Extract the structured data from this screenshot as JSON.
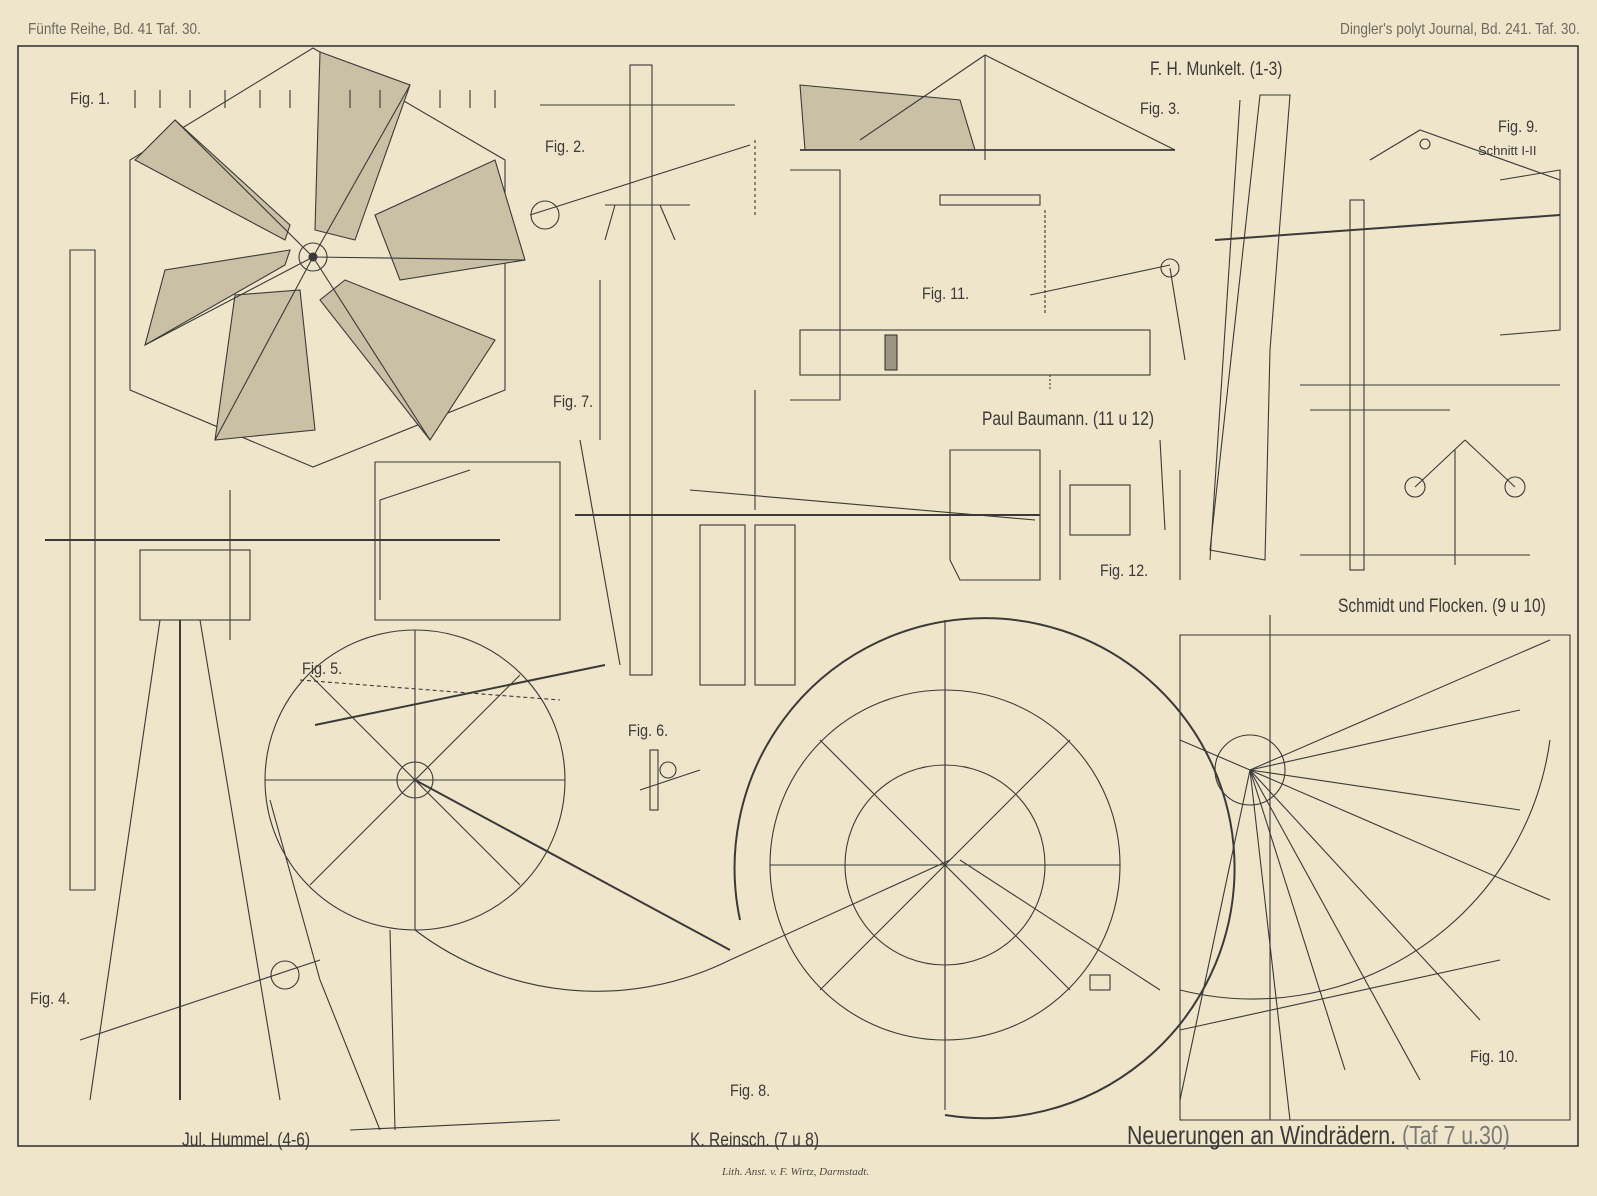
{
  "header": {
    "left": "Fünfte Reihe, Bd. 41 Taf. 30.",
    "right": "Dingler's polyt Journal, Bd. 241. Taf. 30."
  },
  "title": {
    "main": "Neuerungen an Windrädern.",
    "ref": "(Taf 7 u.30)"
  },
  "lithographer": "Lith. Anst. v. F. Wirtz, Darmstadt.",
  "figures": {
    "fig1": "Fig. 1.",
    "fig2": "Fig. 2.",
    "fig3": "Fig. 3.",
    "fig4": "Fig. 4.",
    "fig5": "Fig. 5.",
    "fig6": "Fig. 6.",
    "fig7": "Fig. 7.",
    "fig8": "Fig. 8.",
    "fig9": "Fig. 9.",
    "fig9_sub": "Schnitt I-II",
    "fig10": "Fig. 10.",
    "fig11": "Fig. 11.",
    "fig12": "Fig. 12."
  },
  "makers": {
    "munkelt": "F. H. Munkelt. (1-3)",
    "baumann": "Paul Baumann. (11 u 12)",
    "schmidt": "Schmidt und Flocken. (9 u 10)",
    "hummel": "Jul. Hummel. (4-6)",
    "reinsch": "K. Reinsch. (7 u 8)"
  },
  "colors": {
    "paper": "#eee5ca",
    "ink": "#3b3a38",
    "header_ink": "#6f6a60"
  }
}
